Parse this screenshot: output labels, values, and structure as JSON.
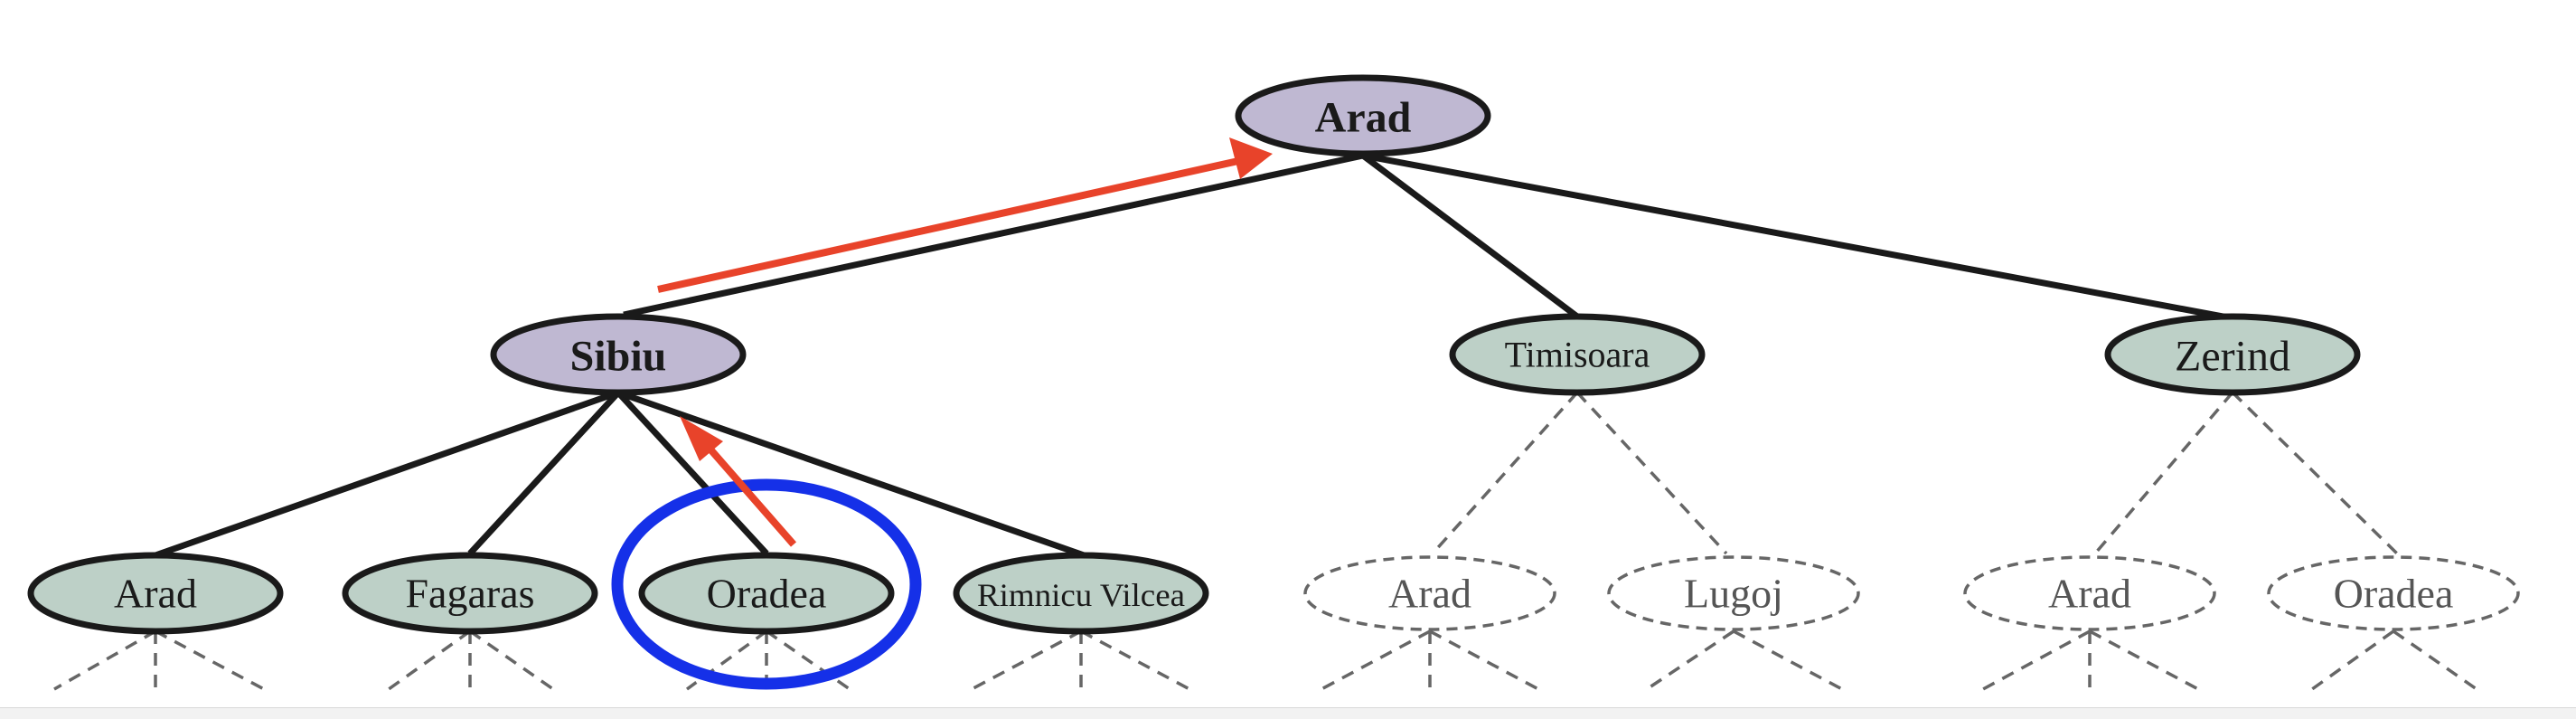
{
  "colors": {
    "expanded_fill": "#bfb8d2",
    "frontier_fill": "#bdd0c7",
    "edge": "#1a1a1a",
    "dashed": "#666666",
    "arrow": "#e8432a",
    "highlight": "#1530e8"
  },
  "nodes": {
    "arad_root": {
      "label": "Arad",
      "state": "expanded"
    },
    "sibiu": {
      "label": "Sibiu",
      "state": "expanded"
    },
    "timisoara": {
      "label": "Timisoara",
      "state": "frontier"
    },
    "zerind": {
      "label": "Zerind",
      "state": "frontier"
    },
    "sibiu_arad": {
      "label": "Arad",
      "state": "frontier"
    },
    "fagaras": {
      "label": "Fagaras",
      "state": "frontier"
    },
    "oradea": {
      "label": "Oradea",
      "state": "frontier",
      "highlighted": true
    },
    "rimnicu_vilcea": {
      "label": "Rimnicu Vilcea",
      "state": "frontier"
    },
    "timisoara_arad": {
      "label": "Arad",
      "state": "unexplored"
    },
    "lugoj": {
      "label": "Lugoj",
      "state": "unexplored"
    },
    "zerind_arad": {
      "label": "Arad",
      "state": "unexplored"
    },
    "zerind_oradea": {
      "label": "Oradea",
      "state": "unexplored"
    }
  }
}
